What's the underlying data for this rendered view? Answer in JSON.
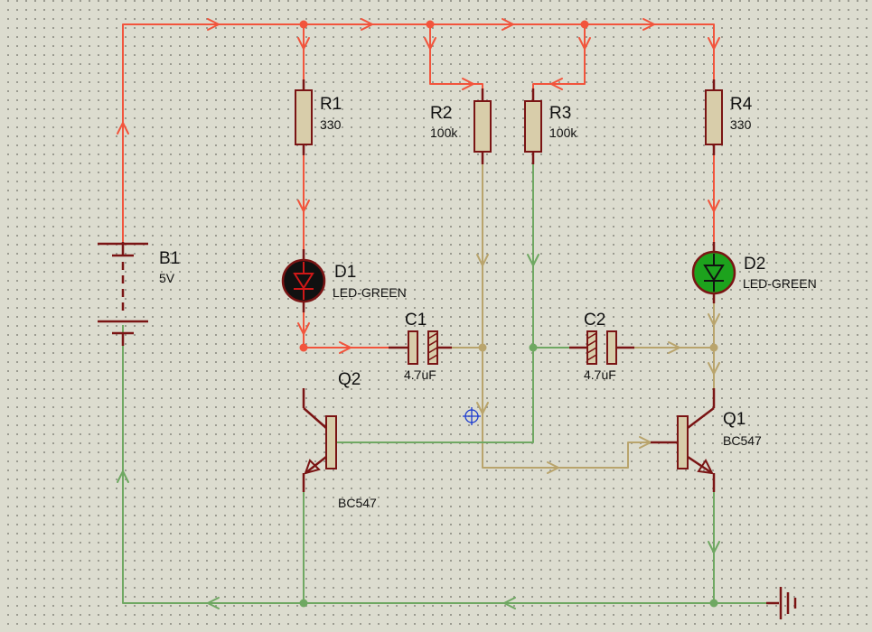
{
  "colors": {
    "supply": "#f2543c",
    "ground": "#6fa862",
    "base_net": "#b9a46c",
    "component": "#7a1414",
    "led_on": "#1da21d",
    "led_off": "#111111"
  },
  "components": {
    "b1": {
      "ref": "B1",
      "value": "5V"
    },
    "r1": {
      "ref": "R1",
      "value": "330"
    },
    "r2": {
      "ref": "R2",
      "value": "100k"
    },
    "r3": {
      "ref": "R3",
      "value": "100k"
    },
    "r4": {
      "ref": "R4",
      "value": "330"
    },
    "d1": {
      "ref": "D1",
      "value": "LED-GREEN"
    },
    "d2": {
      "ref": "D2",
      "value": "LED-GREEN"
    },
    "c1": {
      "ref": "C1",
      "value": "4.7uF"
    },
    "c2": {
      "ref": "C2",
      "value": "4.7uF"
    },
    "q1": {
      "ref": "Q1",
      "value": "BC547"
    },
    "q2": {
      "ref": "Q2",
      "value": "BC547"
    }
  },
  "icons": {
    "ground": "ground-icon",
    "cursor": "crosshair-cursor-icon"
  }
}
